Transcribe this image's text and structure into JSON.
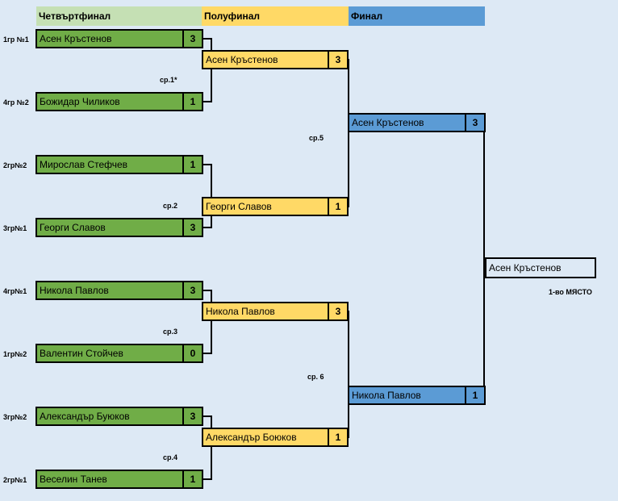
{
  "headers": {
    "quarterfinal": "Четвъртфинал",
    "semifinal": "Полуфинал",
    "final": "Финал"
  },
  "colors": {
    "background": "#dde9f5",
    "header_quarterfinal": "#c5e0b4",
    "header_semifinal": "#ffd966",
    "header_final": "#5b9bd5",
    "quarterfinal_box": "#70ad47",
    "semifinal_box": "#ffd966",
    "final_box": "#5b9bd5"
  },
  "quarterfinals": [
    {
      "seed": "1гр №1",
      "name": "Асен Кръстенов",
      "score": "3"
    },
    {
      "seed": "4гр №2",
      "name": "Божидар Чиликов",
      "score": "1"
    },
    {
      "seed": "2гр№2",
      "name": "Мирослав Стефчев",
      "score": "1"
    },
    {
      "seed": "3гр№1",
      "name": "Георги Славов",
      "score": "3"
    },
    {
      "seed": "4гр№1",
      "name": "Никола Павлов",
      "score": "3"
    },
    {
      "seed": "1гр№2",
      "name": "Валентин Стойчев",
      "score": "0"
    },
    {
      "seed": "3гр№2",
      "name": "Александър Буюков",
      "score": "3"
    },
    {
      "seed": "2гр№1",
      "name": "Веселин Танев",
      "score": "1"
    }
  ],
  "match_labels": [
    "ср.1*",
    "ср.2",
    "ср.3",
    "ср.4",
    "ср.5",
    "ср. 6"
  ],
  "semifinals": [
    {
      "name": "Асен Кръстенов",
      "score": "3"
    },
    {
      "name": "Георги Славов",
      "score": "1"
    },
    {
      "name": "Никола Павлов",
      "score": "3"
    },
    {
      "name": "Александър Боюков",
      "score": "1"
    }
  ],
  "final": [
    {
      "name": "Асен Кръстенов",
      "score": "3"
    },
    {
      "name": "Никола Павлов",
      "score": "1"
    }
  ],
  "winner": {
    "name": "Асен Кръстенов",
    "place": "1-во МЯСТО"
  }
}
